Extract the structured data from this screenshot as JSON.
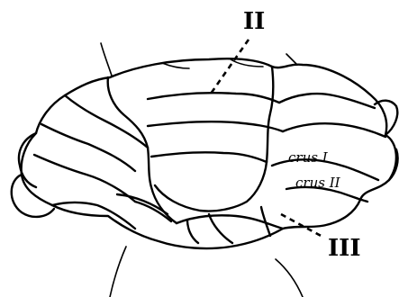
{
  "labels": {
    "lobule_upper": "II",
    "lobule_lower": "III",
    "crus_1": "crus I",
    "crus_2": "crus II"
  }
}
